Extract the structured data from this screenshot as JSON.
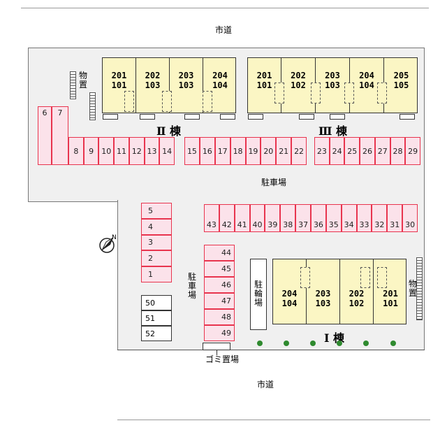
{
  "roads": {
    "top": "市道",
    "bottom": "市道"
  },
  "parking_labels": {
    "main": "駐車場",
    "side": "駐車場"
  },
  "bicycle_parking": "駐輪場",
  "garbage_area": "ゴミ置場",
  "storage": {
    "left": "物置",
    "right": "物置"
  },
  "buildings": {
    "II": {
      "name": "Ⅱ 棟",
      "units": [
        [
          "201",
          "101"
        ],
        [
          "202",
          "103"
        ],
        [
          "203",
          "103"
        ],
        [
          "204",
          "104"
        ]
      ]
    },
    "III": {
      "name": "Ⅲ 棟",
      "units": [
        [
          "201",
          "101"
        ],
        [
          "202",
          "102"
        ],
        [
          "203",
          "103"
        ],
        [
          "204",
          "104"
        ],
        [
          "205",
          "105"
        ]
      ]
    },
    "I": {
      "name": "Ⅰ 棟",
      "units": [
        [
          "204",
          "104"
        ],
        [
          "203",
          "103"
        ],
        [
          "202",
          "102"
        ],
        [
          "201",
          "101"
        ]
      ]
    }
  },
  "stalls": {
    "left_col_top": [
      "6",
      "7"
    ],
    "row_left": [
      "8",
      "9",
      "10",
      "11",
      "12",
      "13",
      "14"
    ],
    "row_mid": [
      "15",
      "16",
      "17",
      "18",
      "19",
      "20",
      "21",
      "22"
    ],
    "row_right": [
      "23",
      "24",
      "25",
      "26",
      "27",
      "28",
      "29"
    ],
    "row_center": [
      "43",
      "42",
      "41",
      "40",
      "39",
      "38",
      "37",
      "36",
      "35",
      "34",
      "33",
      "32",
      "31",
      "30"
    ],
    "col_left": [
      "5",
      "4",
      "3",
      "2",
      "1"
    ],
    "col_mid": [
      "44",
      "45",
      "46",
      "47",
      "48",
      "49"
    ],
    "col_bike": [
      "50",
      "51",
      "52"
    ]
  },
  "colors": {
    "stall_border": "#e8344e",
    "stall_fill": "#fbe2ea",
    "building_fill": "#fbf6c4",
    "tree": "#2f8a2f"
  },
  "icons": {
    "compass": "north-arrow-icon"
  }
}
